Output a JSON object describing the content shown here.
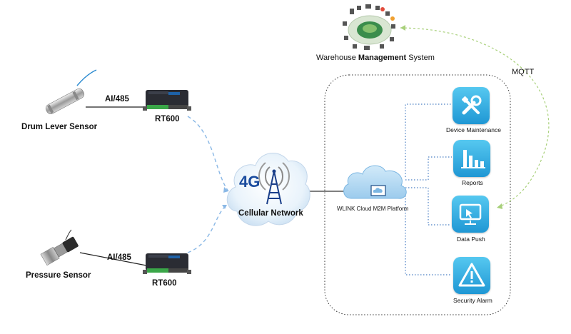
{
  "sensors": {
    "drum": "Drum Lever Sensor",
    "pressure": "Pressure Sensor"
  },
  "links": {
    "top": "AI/485",
    "bottom": "AI/485"
  },
  "routers": {
    "top": "RT600",
    "bottom": "RT600"
  },
  "network": {
    "badge": "4G",
    "label": "Cellular Network"
  },
  "warehouse": {
    "label_part1": "Warehouse ",
    "label_part2": "Management",
    "label_part3": " System"
  },
  "mqtt": "MQTT",
  "platform": {
    "label": "WLINK Cloud M2M Platform"
  },
  "services": [
    {
      "label": "Device Maintenance",
      "icon": "tools-icon"
    },
    {
      "label": "Reports",
      "icon": "bar-chart-icon"
    },
    {
      "label": "Data Push",
      "icon": "monitor-cursor-icon"
    },
    {
      "label": "Security Alarm",
      "icon": "warning-icon"
    }
  ],
  "colors": {
    "tile": "#2aa6de",
    "dashed_link": "#7fb4e6",
    "dotted_link": "#4a7fc4",
    "mqtt_arrow": "#9bd26a"
  }
}
